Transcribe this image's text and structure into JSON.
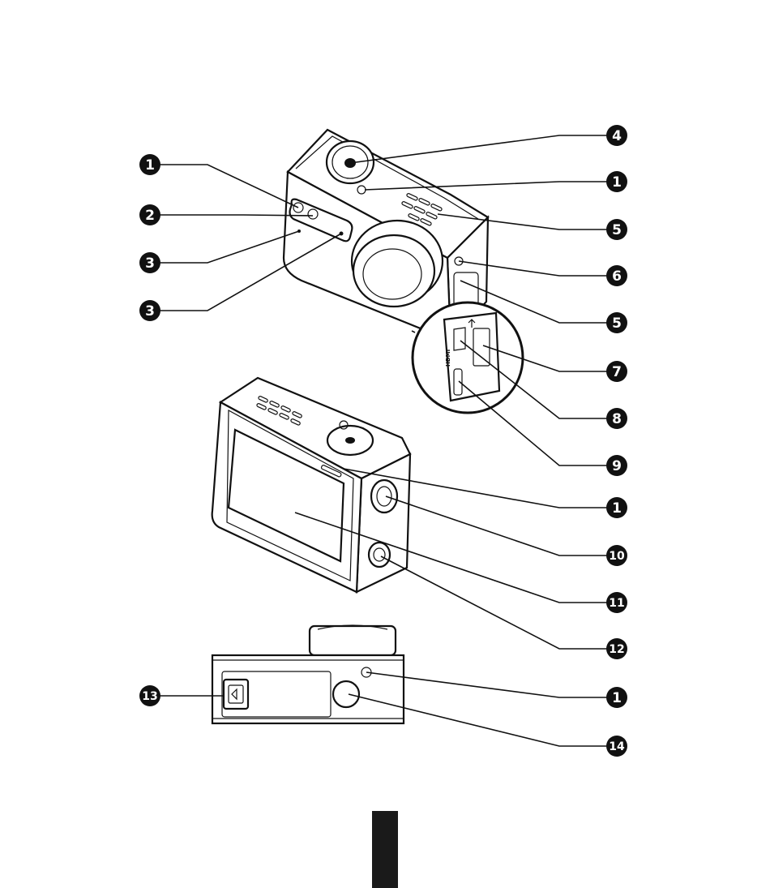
{
  "callouts": {
    "left": [
      "1",
      "2",
      "3",
      "3",
      "13"
    ],
    "right": [
      "4",
      "1",
      "5",
      "6",
      "5",
      "7",
      "8",
      "9",
      "1",
      "10",
      "11",
      "12",
      "1",
      "14"
    ]
  },
  "port_labels": {
    "hdmi": "HDMI"
  },
  "colors": {
    "ink": "#111111",
    "page": "#ffffff",
    "tab": "#1a1a1a"
  }
}
